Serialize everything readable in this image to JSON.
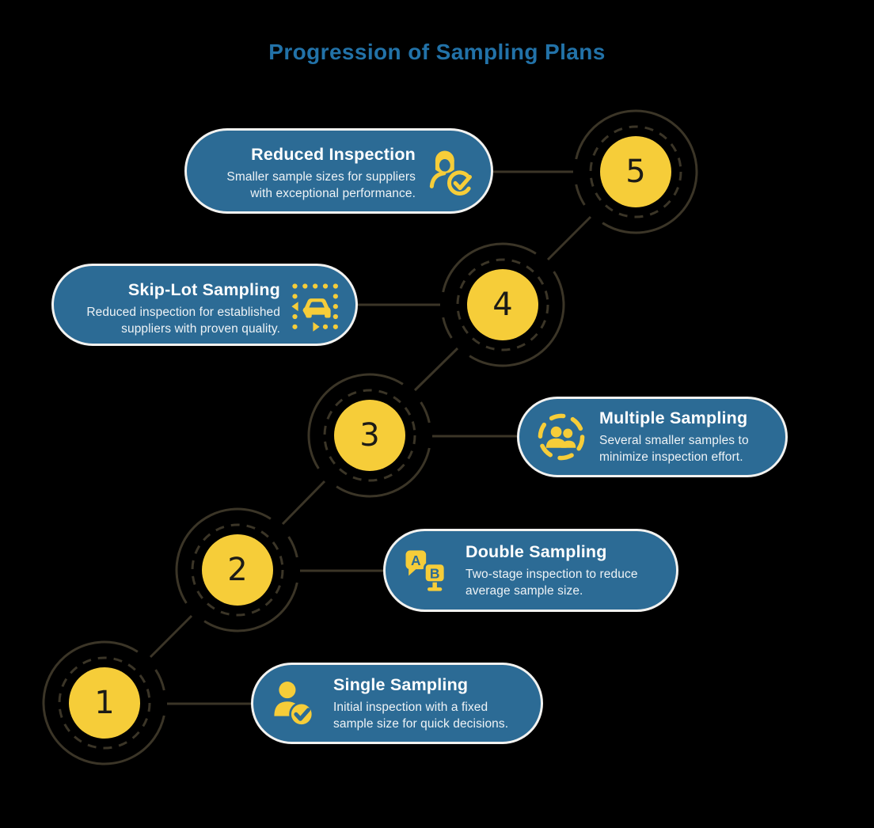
{
  "header": {
    "title": "Progression of Sampling Plans"
  },
  "steps": [
    {
      "number": "1",
      "title": "Single Sampling",
      "description": "Initial inspection with a fixed sample size for quick decisions.",
      "icon": "person-check-icon",
      "side": "right"
    },
    {
      "number": "2",
      "title": "Double Sampling",
      "description": "Two-stage inspection to reduce average sample size.",
      "icon": "ab-comparison-icon",
      "side": "right"
    },
    {
      "number": "3",
      "title": "Multiple Sampling",
      "description": "Several smaller samples to minimize inspection effort.",
      "icon": "group-icon",
      "side": "right"
    },
    {
      "number": "4",
      "title": "Skip-Lot Sampling",
      "description": "Reduced inspection for established suppliers with proven quality.",
      "icon": "car-skip-icon",
      "side": "left"
    },
    {
      "number": "5",
      "title": "Reduced Inspection",
      "description": "Smaller sample sizes for suppliers with exceptional performance.",
      "icon": "person-verified-icon",
      "side": "left"
    }
  ],
  "colors": {
    "card_blue": "#2C6B95",
    "title_blue": "#2272A8",
    "accent_yellow": "#F6CD39",
    "path_line": "#3B3527",
    "number_text": "#1C1B17",
    "background": "#000000"
  }
}
